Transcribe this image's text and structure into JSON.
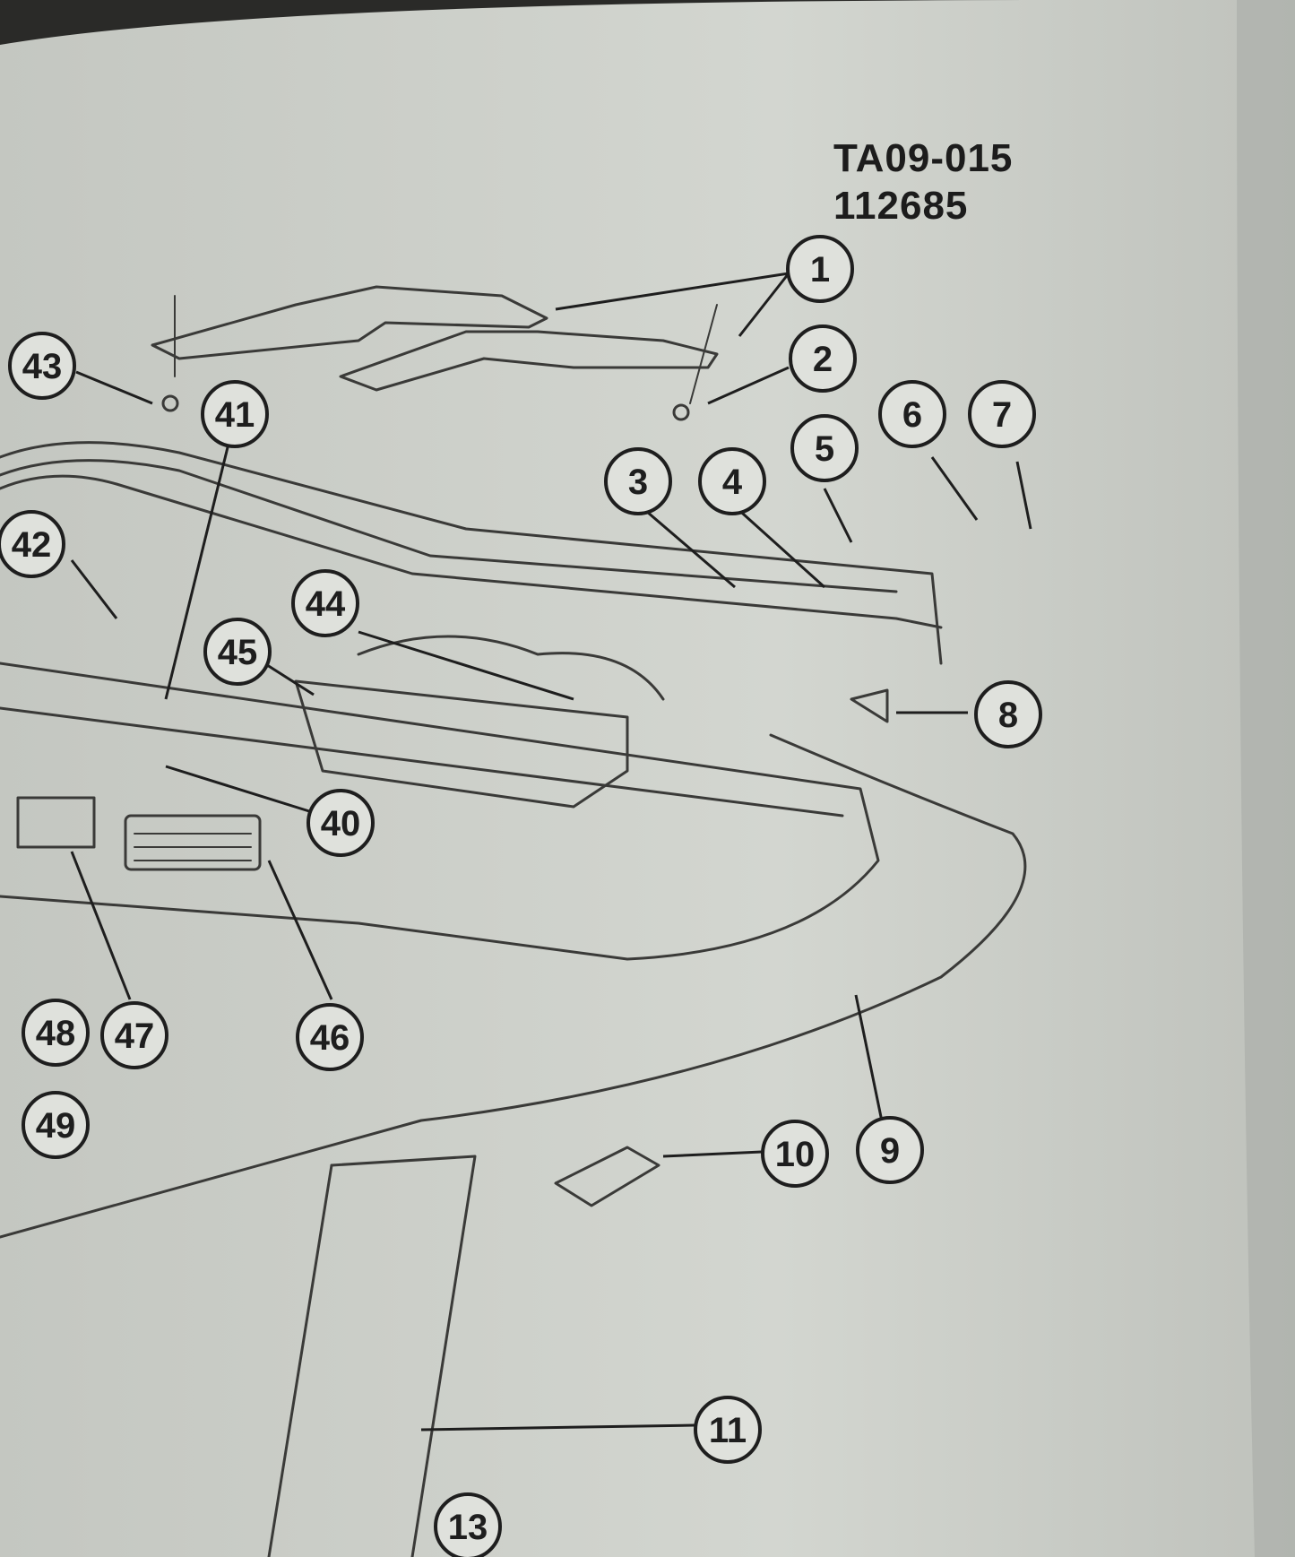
{
  "reference": {
    "code": "TA09-015",
    "number": "112685"
  },
  "callouts": [
    "1",
    "2",
    "3",
    "4",
    "5",
    "6",
    "7",
    "8",
    "9",
    "10",
    "11",
    "13",
    "40",
    "41",
    "42",
    "43",
    "44",
    "45",
    "46",
    "47",
    "48",
    "49"
  ],
  "colors": {
    "paper": "#cdd0ca",
    "ink": "#1e1e1e",
    "line": "#3a3a38"
  }
}
